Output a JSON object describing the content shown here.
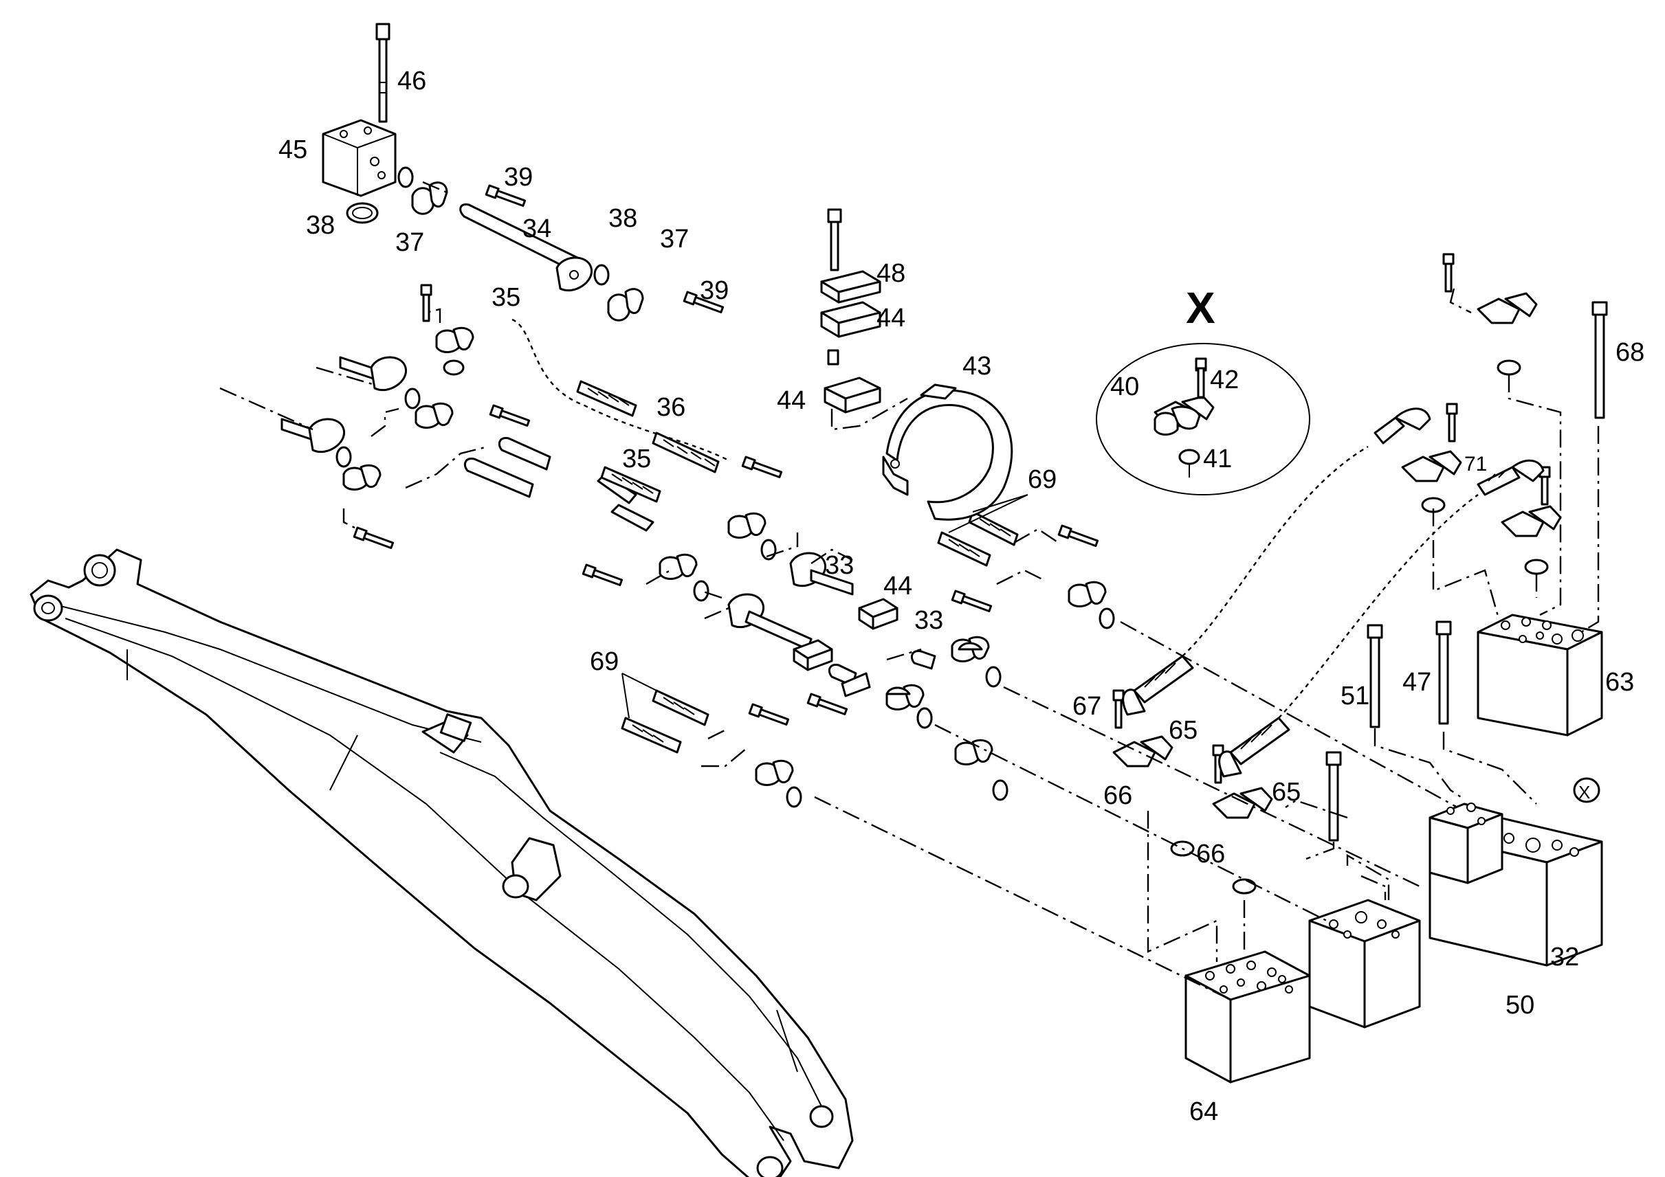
{
  "detail": {
    "title": "X"
  },
  "callouts": [
    {
      "label": "46"
    },
    {
      "label": "45"
    },
    {
      "label": "38"
    },
    {
      "label": "37"
    },
    {
      "label": "39"
    },
    {
      "label": "34"
    },
    {
      "label": "38"
    },
    {
      "label": "37"
    },
    {
      "label": "39"
    },
    {
      "label": "35"
    },
    {
      "label": "36"
    },
    {
      "label": "35"
    },
    {
      "label": "48"
    },
    {
      "label": "44"
    },
    {
      "label": "44"
    },
    {
      "label": "43"
    },
    {
      "label": "40"
    },
    {
      "label": "42"
    },
    {
      "label": "41"
    },
    {
      "label": "69"
    },
    {
      "label": "33"
    },
    {
      "label": "44"
    },
    {
      "label": "33"
    },
    {
      "label": "69"
    },
    {
      "label": "67"
    },
    {
      "label": "65"
    },
    {
      "label": "66"
    },
    {
      "label": "65"
    },
    {
      "label": "66"
    },
    {
      "label": "68"
    },
    {
      "label": "71"
    },
    {
      "label": "63"
    },
    {
      "label": "51"
    },
    {
      "label": "47"
    },
    {
      "label": "50"
    },
    {
      "label": "32"
    },
    {
      "label": "64"
    }
  ],
  "detail_marker": {
    "label": "X"
  }
}
